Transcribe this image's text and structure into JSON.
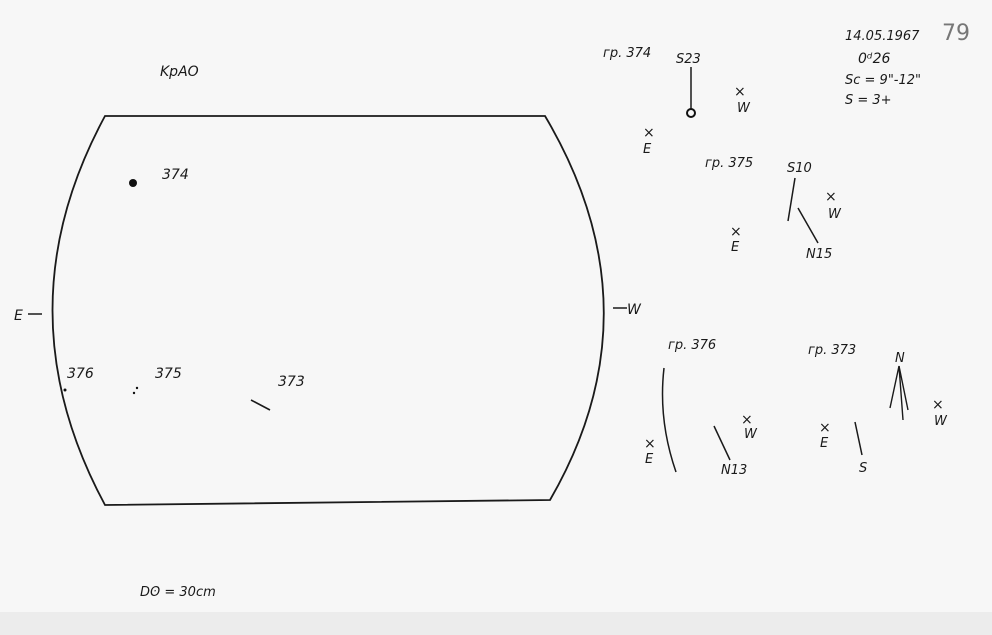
{
  "header": {
    "observatory": "KpAO",
    "date": "14.05.1967",
    "time": "0ᵈ26",
    "seeing": "Sc = 9\"-12\"",
    "quality": "S = 3+",
    "page_number": "79"
  },
  "disk": {
    "east_label": "E",
    "west_label": "W",
    "groups": [
      "374",
      "376",
      "375",
      "373"
    ]
  },
  "footer": {
    "diameter": "Dʘ = 30cm"
  },
  "details": [
    {
      "title": "гр. 374",
      "labels": [
        "S23",
        "E",
        "W"
      ]
    },
    {
      "title": "гр. 375",
      "labels": [
        "S10",
        "N15",
        "E",
        "W"
      ]
    },
    {
      "title": "гр. 376",
      "labels": [
        "N13",
        "E",
        "W"
      ]
    },
    {
      "title": "гр. 373",
      "labels": [
        "N",
        "S",
        "E",
        "W"
      ]
    }
  ]
}
